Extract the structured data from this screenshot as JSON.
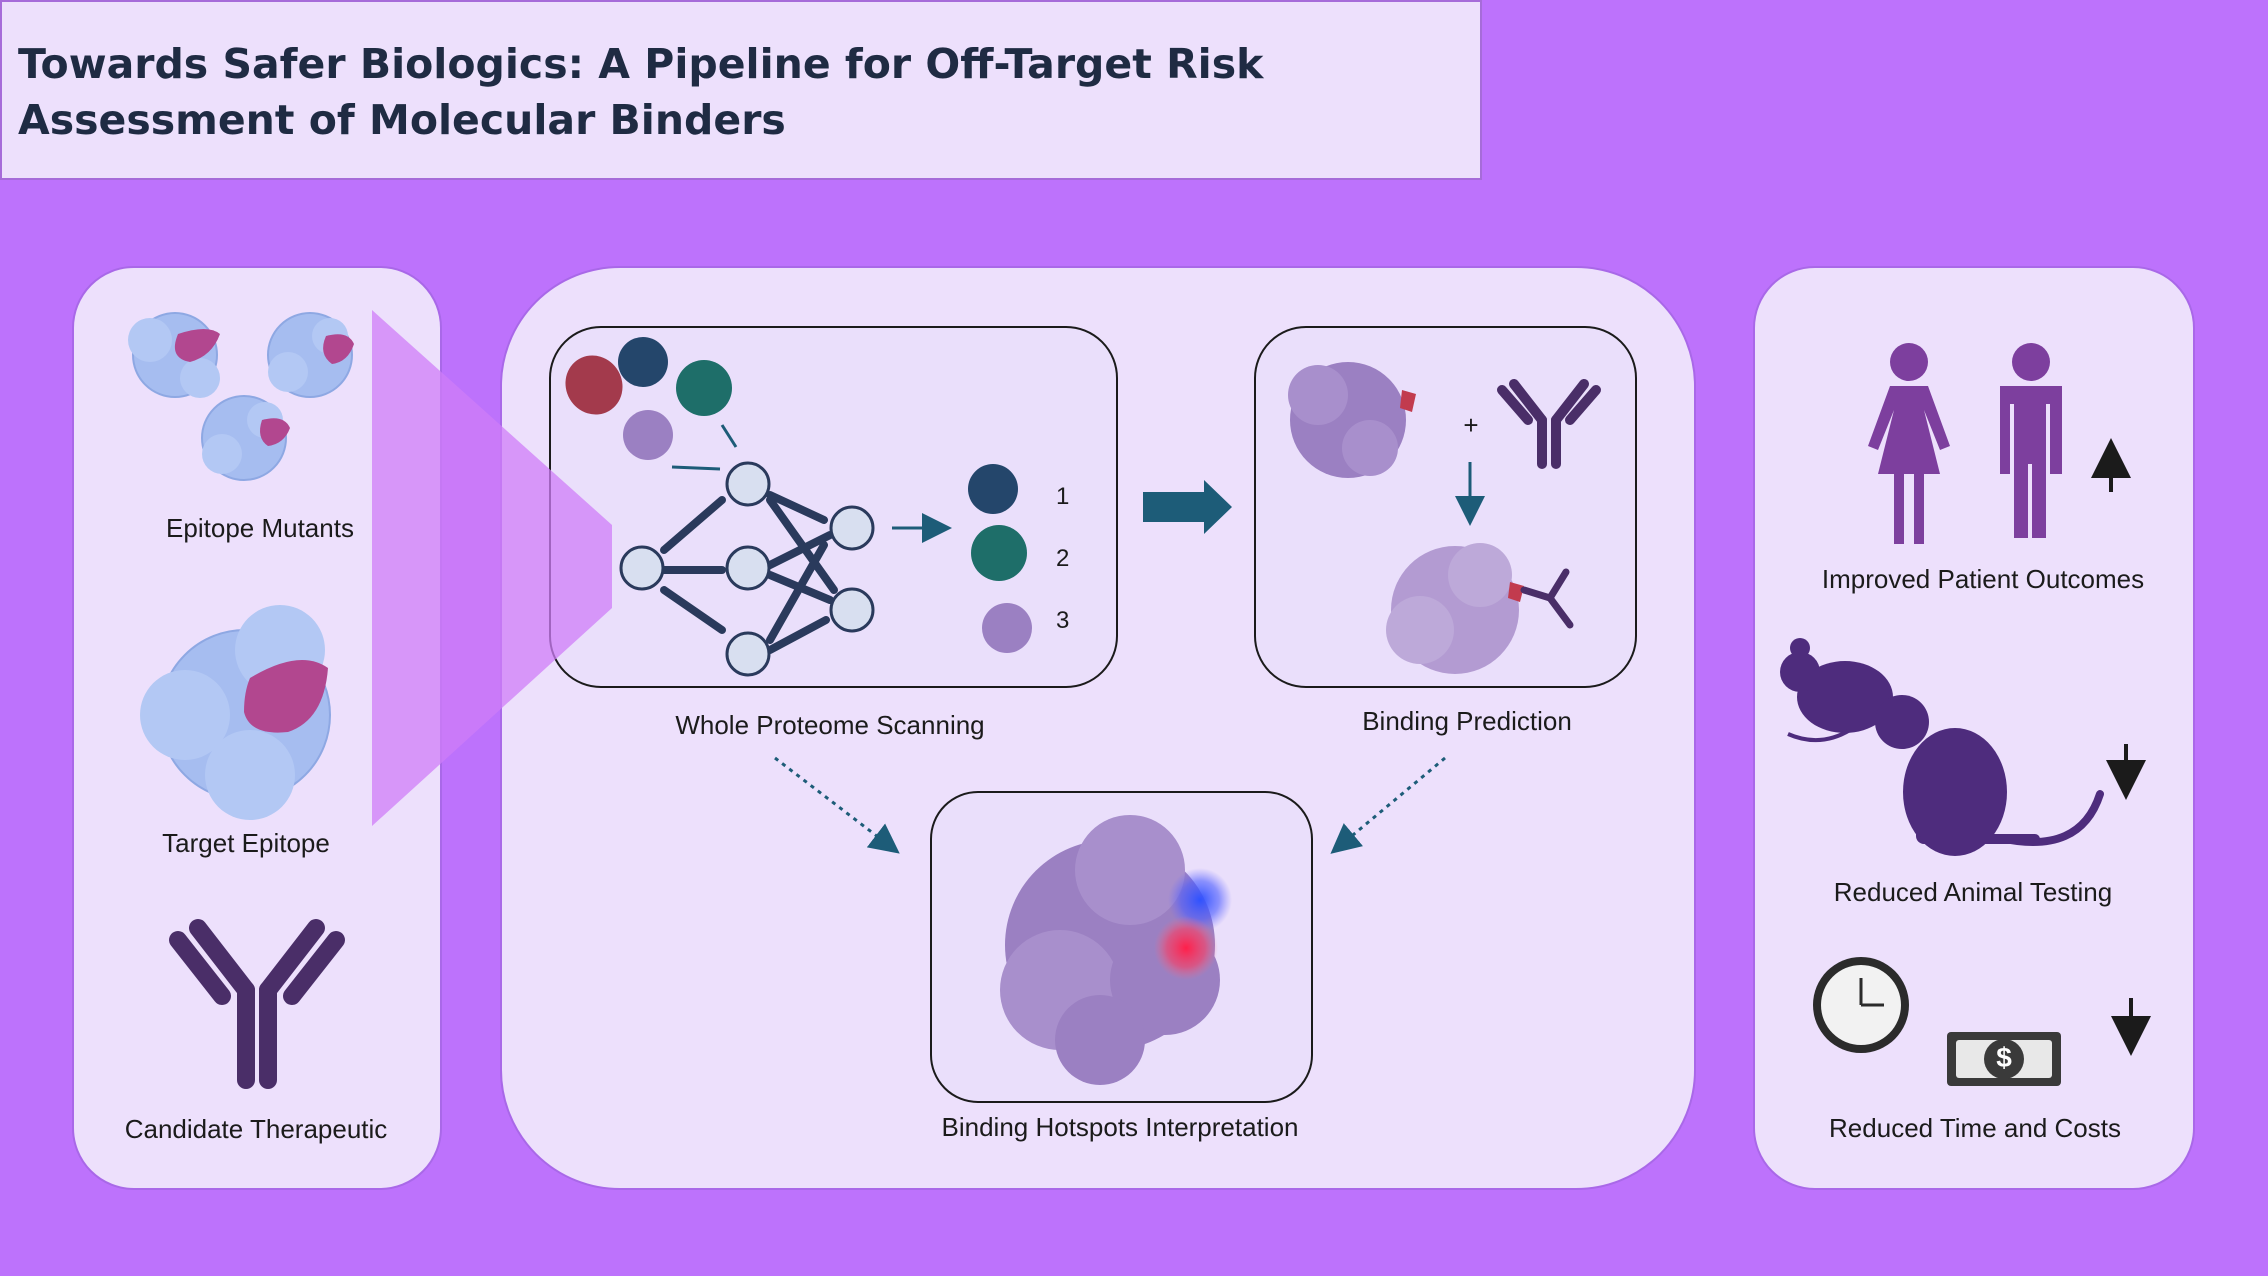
{
  "title": "Towards Safer Biologics: A Pipeline for Off-Target Risk Assessment of Molecular Binders",
  "left_panel": {
    "epitope_mutants": "Epitope Mutants",
    "target_epitope": "Target Epitope",
    "candidate_therapeutic": "Candidate Therapeutic"
  },
  "center_panel": {
    "whole_proteome_scanning": "Whole Proteome Scanning",
    "binding_prediction": "Binding Prediction",
    "binding_hotspots": "Binding Hotspots Interpretation",
    "plus_sign": "+",
    "ranks": [
      "1",
      "2",
      "3"
    ]
  },
  "right_panel": {
    "improved_outcomes": "Improved Patient Outcomes",
    "reduced_animal_testing": "Reduced Animal Testing",
    "reduced_time_costs": "Reduced Time and Costs",
    "dollar_sign": "$"
  },
  "colors": {
    "background": "#bd72fc",
    "panel": "#ede0fc",
    "protein_blue": "#a6bdf0",
    "protein_purple": "#9b80c2",
    "epitope_magenta": "#b2478f",
    "antibody": "#4a2e68",
    "arrow_teal": "#1d5c78",
    "network_node": "#d8dff0",
    "network_edge": "#2a3a5c",
    "people_purple": "#7d3f9e"
  }
}
